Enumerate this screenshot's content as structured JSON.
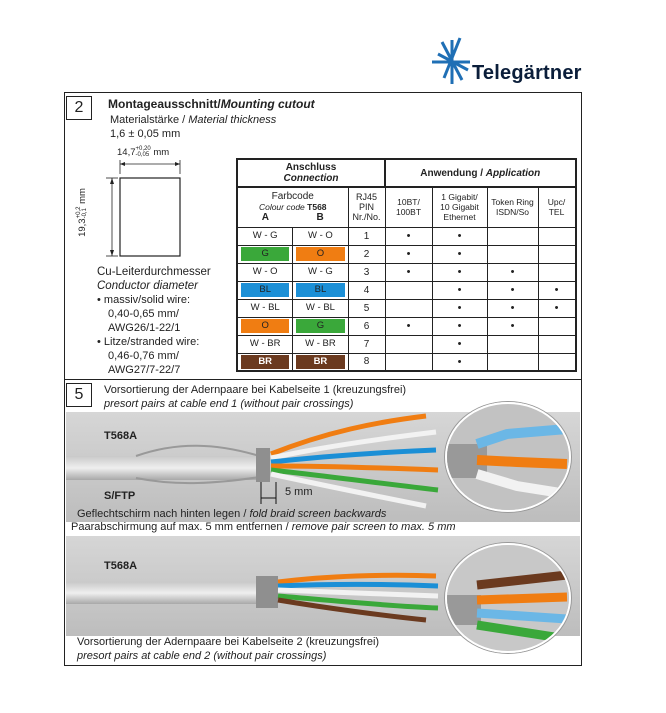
{
  "brand": {
    "name": "Telegärtner"
  },
  "section2": {
    "number": "2",
    "title_de": "Montageausschnitt/",
    "title_en": "Mounting cutout",
    "thickness_de": "Materialstärke / ",
    "thickness_en": "Material thickness",
    "thickness_value": "1,6 ± 0,05 mm",
    "cutout_width": "14,7",
    "cutout_width_tol_upper": "+0,20",
    "cutout_width_tol_lower": "-0,05",
    "cutout_width_unit": "mm",
    "cutout_height": "19,3",
    "cutout_height_tol_upper": "+0,2",
    "cutout_height_tol_lower": "-0,1",
    "cutout_height_unit": "mm",
    "conductor_de": "Cu-Leiterdurchmesser",
    "conductor_en": "Conductor diameter",
    "solid_label": "• massiv/solid wire:",
    "solid_range": "0,40-0,65 mm/",
    "solid_awg": "AWG26/1-22/1",
    "stranded_label": "• Litze/stranded wire:",
    "stranded_range": "0,46-0,76 mm/",
    "stranded_awg": "AWG27/7-22/7"
  },
  "table": {
    "connection_de": "Anschluss",
    "connection_en": "Connection",
    "application_de": "Anwendung / ",
    "application_en": "Application",
    "farbcode": "Farbcode",
    "colour_code_prefix": "Colour code ",
    "colour_code_std": "T568",
    "col_a": "A",
    "col_b": "B",
    "pin_header": "RJ45\nPIN\nNr./No.",
    "app_headers": [
      "10BT/\n100BT",
      "1 Gigabit/\n10 Gigabit\nEthernet",
      "Token Ring\nISDN/So",
      "Upc/\nTEL"
    ],
    "dot_glyph": "•",
    "rows": [
      {
        "a": "W - G",
        "a_color": "#ffffff",
        "b": "W - O",
        "b_color": "#ffffff",
        "pin": "1",
        "apps": [
          true,
          true,
          false,
          false
        ]
      },
      {
        "a": "G",
        "a_color": "#3aa83a",
        "b": "O",
        "b_color": "#f07d12",
        "pin": "2",
        "apps": [
          true,
          true,
          false,
          false
        ]
      },
      {
        "a": "W - O",
        "a_color": "#ffffff",
        "b": "W - G",
        "b_color": "#ffffff",
        "pin": "3",
        "apps": [
          true,
          true,
          true,
          false
        ]
      },
      {
        "a": "BL",
        "a_color": "#1b8fd6",
        "b": "BL",
        "b_color": "#1b8fd6",
        "pin": "4",
        "apps": [
          false,
          true,
          true,
          true
        ]
      },
      {
        "a": "W - BL",
        "a_color": "#ffffff",
        "b": "W - BL",
        "b_color": "#ffffff",
        "pin": "5",
        "apps": [
          false,
          true,
          true,
          true
        ]
      },
      {
        "a": "O",
        "a_color": "#f07d12",
        "b": "G",
        "b_color": "#3aa83a",
        "pin": "6",
        "apps": [
          true,
          true,
          true,
          false
        ]
      },
      {
        "a": "W - BR",
        "a_color": "#ffffff",
        "b": "W - BR",
        "b_color": "#ffffff",
        "pin": "7",
        "apps": [
          false,
          true,
          false,
          false
        ]
      },
      {
        "a": "BR",
        "a_color": "#6b3a1f",
        "b": "BR",
        "b_color": "#6b3a1f",
        "pin": "8",
        "apps": [
          false,
          true,
          false,
          false
        ]
      }
    ]
  },
  "section5": {
    "number": "5",
    "line1_de": "Vorsortierung der Adernpaare bei Kabelseite 1 (kreuzungsfrei)",
    "line1_en": "presort pairs at cable end 1 (without pair crossings)",
    "label_t568a_1": "T568A",
    "label_sftp": "S/FTP",
    "dim_5mm": "5 mm",
    "braid_de": "Geflechtschirm nach hinten legen / ",
    "braid_en": "fold braid screen backwards",
    "pair_de": "Paarabschirmung auf max. 5 mm entfernen / ",
    "pair_en": "remove pair screen to max. 5 mm",
    "label_t568a_2": "T568A",
    "line2_de": "Vorsortierung der Adernpaare bei Kabelseite 2 (kreuzungsfrei)",
    "line2_en": "presort pairs at cable end 2 (without pair crossings)"
  }
}
